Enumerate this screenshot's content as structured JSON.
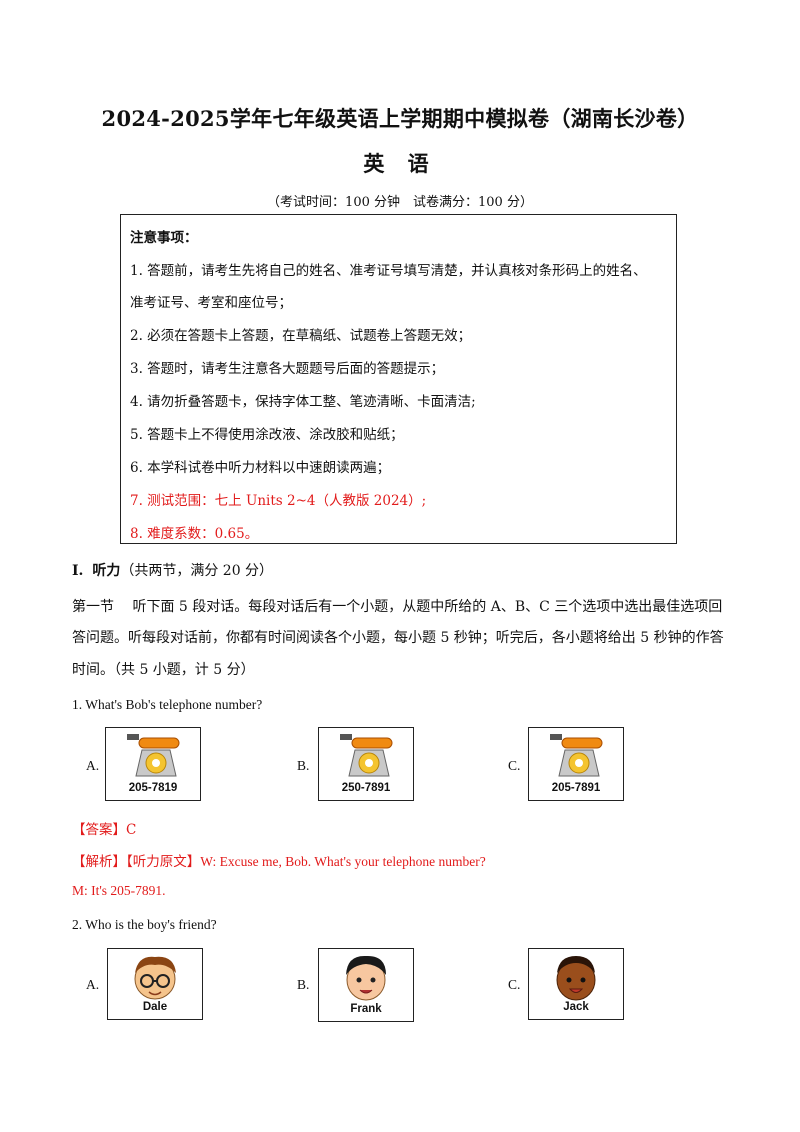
{
  "header": {
    "title": "2024-2025学年七年级英语上学期期中模拟卷（湖南长沙卷）",
    "subject": "英 语",
    "exam_info": "（考试时间：100 分钟　试卷满分：100 分）"
  },
  "notice": {
    "heading": "注意事项：",
    "items": [
      "1. 答题前，请考生先将自己的姓名、准考证号填写清楚，并认真核对条形码上的姓名、",
      "准考证号、考室和座位号；",
      "2. 必须在答题卡上答题，在草稿纸、试题卷上答题无效；",
      "3. 答题时，请考生注意各大题题号后面的答题提示；",
      "4. 请勿折叠答题卡，保持字体工整、笔迹清晰、卡面清洁;",
      "5. 答题卡上不得使用涂改液、涂改胶和贴纸；",
      "6. 本学科试卷中听力材料以中速朗读两遍；",
      "7. 测试范围：七上 Units 2~4（人教版 2024）;",
      "8. 难度系数：0.65。"
    ],
    "highlight_color": "#e21b1b"
  },
  "section1": {
    "number": "I.",
    "name": "听力",
    "note": "（共两节，满分 20 分）",
    "instructions": [
      "第一节　 听下面 5 段对话。每段对话后有一个小题，从题中所给的 A、B、C 三个选项中选出最佳选项回",
      "答问题。听每段对话前，你都有时间阅读各个小题，每小题 5 秒钟；听完后，各小题将给出 5 秒钟的作答",
      "时间。（共 5 小题，计 5 分）"
    ]
  },
  "questions": [
    {
      "stem": "1. What's Bob's telephone number?",
      "options": [
        {
          "label": "A.",
          "caption": "205-7819",
          "icon": "telephone-icon"
        },
        {
          "label": "B.",
          "caption": "250-7891",
          "icon": "telephone-icon"
        },
        {
          "label": "C.",
          "caption": "205-7891",
          "icon": "telephone-icon"
        }
      ],
      "answer": "【答案】C",
      "analysis": "【解析】【听力原文】W: Excuse me, Bob. What's your telephone number?",
      "analysis_cont": "M: It's 205-7891."
    },
    {
      "stem": "2. Who is the boy's friend?",
      "options": [
        {
          "label": "A.",
          "caption": "Dale",
          "icon": "boy-glasses-icon"
        },
        {
          "label": "B.",
          "caption": "Frank",
          "icon": "boy-face-icon"
        },
        {
          "label": "C.",
          "caption": "Jack",
          "icon": "boy-dark-face-icon"
        }
      ]
    }
  ]
}
